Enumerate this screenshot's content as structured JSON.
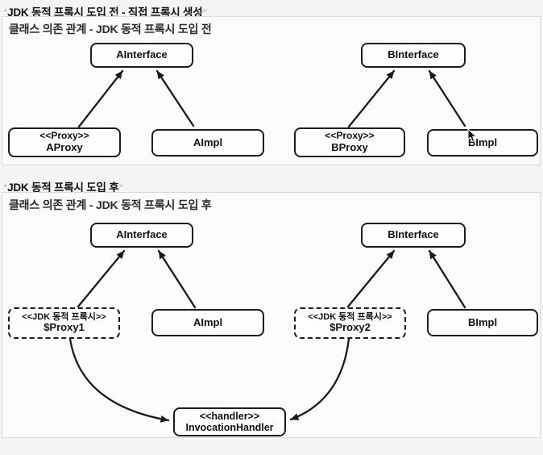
{
  "headers": {
    "before": {
      "marker_left": "*",
      "text": "JDK 동적 프록시 도입 전 - 직접 프록시 생성",
      "marker_right": "*"
    },
    "after": {
      "marker_left": "*",
      "text": "JDK 동적 프록시 도입 후",
      "marker_right": "*"
    }
  },
  "diagram_before": {
    "title": "클래스 의존 관계 - JDK 동적 프록시 도입 전",
    "nodes": {
      "a_interface": {
        "label": "AInterface"
      },
      "b_interface": {
        "label": "BInterface"
      },
      "a_proxy": {
        "stereotype": "<<Proxy>>",
        "label": "AProxy"
      },
      "a_impl": {
        "label": "AImpl"
      },
      "b_proxy": {
        "stereotype": "<<Proxy>>",
        "label": "BProxy"
      },
      "b_impl": {
        "label": "BImpl"
      }
    },
    "edges": [
      {
        "from": "AProxy",
        "to": "AInterface",
        "style": "arrow"
      },
      {
        "from": "AImpl",
        "to": "AInterface",
        "style": "arrow"
      },
      {
        "from": "BProxy",
        "to": "BInterface",
        "style": "arrow"
      },
      {
        "from": "BImpl",
        "to": "BInterface",
        "style": "arrow"
      }
    ]
  },
  "diagram_after": {
    "title": "클래스 의존 관계 - JDK 동적 프록시 도입 후",
    "nodes": {
      "a_interface": {
        "label": "AInterface"
      },
      "b_interface": {
        "label": "BInterface"
      },
      "proxy1": {
        "stereotype": "<<JDK 동적 프록시>>",
        "label": "$Proxy1"
      },
      "a_impl": {
        "label": "AImpl"
      },
      "proxy2": {
        "stereotype": "<<JDK 동적 프록시>>",
        "label": "$Proxy2"
      },
      "b_impl": {
        "label": "BImpl"
      },
      "handler": {
        "stereotype": "<<handler>>",
        "label": "InvocationHandler"
      }
    },
    "edges": [
      {
        "from": "$Proxy1",
        "to": "AInterface",
        "style": "arrow"
      },
      {
        "from": "AImpl",
        "to": "AInterface",
        "style": "arrow"
      },
      {
        "from": "$Proxy2",
        "to": "BInterface",
        "style": "arrow"
      },
      {
        "from": "BImpl",
        "to": "BInterface",
        "style": "arrow"
      },
      {
        "from": "$Proxy1",
        "to": "InvocationHandler",
        "style": "curved-arrow"
      },
      {
        "from": "$Proxy2",
        "to": "InvocationHandler",
        "style": "curved-arrow"
      }
    ]
  },
  "colors": {
    "page_bg": "#f5f4f4",
    "panel_bg": "#fbfbfb",
    "panel_border": "#dadada",
    "node_border": "#1c1c1c",
    "node_bg": "#fdfdfd",
    "text": "#111111",
    "header_marker": "#c8c8c8",
    "arrow": "#1a1a1a"
  }
}
